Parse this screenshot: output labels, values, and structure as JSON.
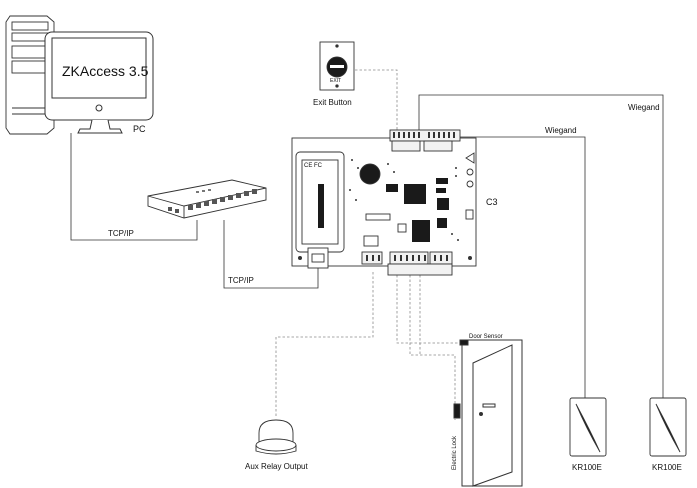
{
  "labels": {
    "monitor_text": "ZKAccess 3.5",
    "pc": "PC",
    "exit_button": "Exit Button",
    "exit_button_face": "EXIT",
    "controller": "C3",
    "tcp_ip_upper": "TCP/IP",
    "tcp_ip_lower": "TCP/IP",
    "wiegand_outer": "Wiegand",
    "wiegand_inner": "Wiegand",
    "door_sensor": "Door Sensor",
    "electric_lock": "Electric Lock",
    "aux_relay_output": "Aux Relay Output",
    "reader_left": "KR100E",
    "reader_right": "KR100E",
    "board_cert": "CE FC"
  },
  "colors": {
    "stroke": "#333333",
    "dashed": "#8a8a8a",
    "board_fill": "#ffffff",
    "chip": "#1a1a1a",
    "terminal": "#f2f2f2"
  }
}
